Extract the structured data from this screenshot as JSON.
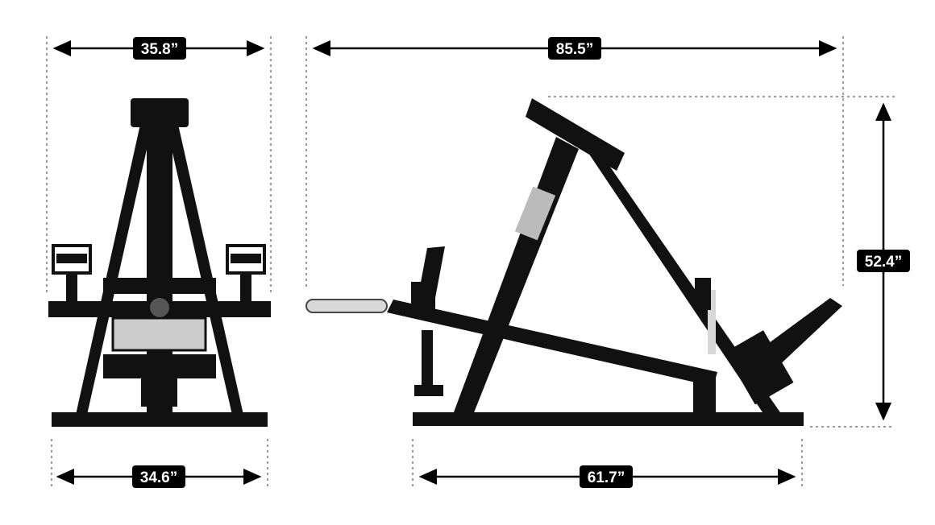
{
  "colors": {
    "frame": "#111111",
    "dimension_line": "#000000",
    "guide_line": "#9a9a9a",
    "label_bg": "#000000",
    "label_text": "#ffffff",
    "bar": "#d8d8d8"
  },
  "dimensions": {
    "front_top_width": "35.8”",
    "front_base_width": "34.6”",
    "side_total_length": "85.5”",
    "side_base_length": "61.7”",
    "side_height": "52.4”"
  }
}
